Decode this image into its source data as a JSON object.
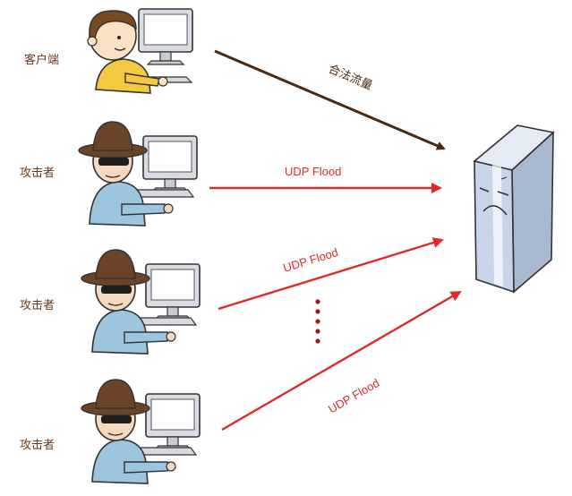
{
  "labels": {
    "client": "客户端",
    "attacker_1": "攻击者",
    "attacker_2": "攻击者",
    "attacker_3": "攻击者"
  },
  "flows": {
    "legit": "合法流量",
    "udp_1": "UDP Flood",
    "udp_2": "UDP Flood",
    "udp_3": "UDP Flood"
  },
  "colors": {
    "legit_arrow": "#4a2a10",
    "attack_arrow": "#e02a2a",
    "label_text": "#6b3a1e",
    "server_body": "#c8d4e8"
  },
  "icons": {
    "client": "user-at-computer-icon",
    "attacker": "hat-attacker-at-computer-icon",
    "server": "sad-server-icon",
    "ellipsis": "vertical-dots-icon"
  }
}
